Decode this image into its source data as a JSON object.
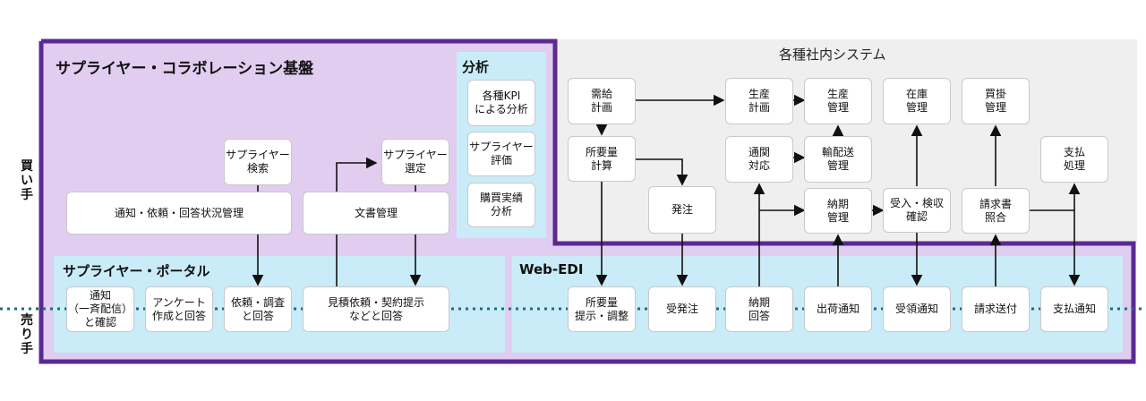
{
  "titles": {
    "platform": "サプライヤー・コラボレーション基盤",
    "analysis": "分析",
    "internal": "各種社内システム",
    "portal": "サプライヤー・ポータル",
    "webedi": "Web-EDI"
  },
  "side_labels": {
    "buyer": "買\nい\n手",
    "seller": "売\nり\n手"
  },
  "platform_boxes": {
    "supplier_search": "サプライヤー\n検索",
    "supplier_select": "サプライヤー\n選定",
    "notice_status": "通知・依頼・回答状況管理",
    "doc_mgmt": "文書管理"
  },
  "analysis_boxes": {
    "kpi": "各種KPI\nによる分析",
    "supplier_eval": "サプライヤー\n評価",
    "purchase_analysis": "購買実績\n分析"
  },
  "internal_boxes": {
    "demand_plan": "需給\n計画",
    "mrp": "所要量\n計算",
    "order": "発注",
    "prod_plan": "生産\n計画",
    "prod_mgmt": "生産\n管理",
    "inventory": "在庫\n管理",
    "ap": "買掛\n管理",
    "customs": "通関\n対応",
    "logistics": "輸配送\n管理",
    "payment": "支払\n処理",
    "delivery_mgmt": "納期\n管理",
    "receiving": "受入・検収\n確認",
    "invoice_match": "請求書\n照合"
  },
  "portal_boxes": {
    "notify": "通知\n（一斉配信）\nと確認",
    "survey": "アンケート\n作成と回答",
    "request_reply": "依頼・調査\nと回答",
    "quote": "見積依頼・契約提示\nなどと回答"
  },
  "edi_boxes": {
    "mrp_present": "所要量\n提示・調整",
    "order_receive": "受発注",
    "due_reply": "納期\n回答",
    "ship_notice": "出荷通知",
    "receipt_notice": "受領通知",
    "invoice_send": "請求送付",
    "payment_notice": "支払通知"
  },
  "colors": {
    "platform_border": "#5b2a91",
    "platform_fill": "#e0cdf0",
    "portal_fill": "#c9ecf8",
    "internal_fill": "#efefef",
    "divider": "#1f6b80"
  }
}
